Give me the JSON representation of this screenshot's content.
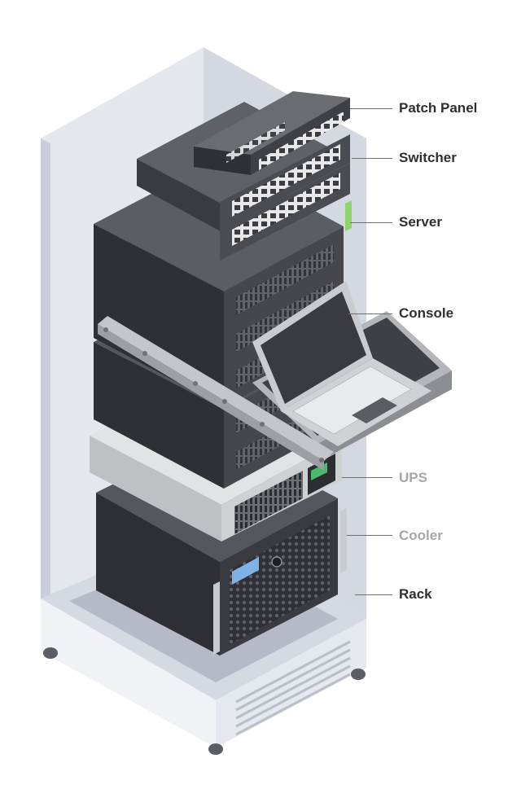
{
  "labels": {
    "patch_panel": "Patch Panel",
    "switcher": "Switcher",
    "server": "Server",
    "console": "Console",
    "ups": "UPS",
    "cooler": "Cooler",
    "rack": "Rack"
  },
  "colors": {
    "label_dark": "#2f2f2f",
    "label_muted": "#a6a6a6",
    "rack_wall": "#e3e6ec",
    "rack_wall_side": "#d2d6df",
    "device_dark": "#3d3e44",
    "device_mid": "#54565d",
    "ups_body": "#cfd0d2",
    "leader": "#6f6f6f"
  }
}
